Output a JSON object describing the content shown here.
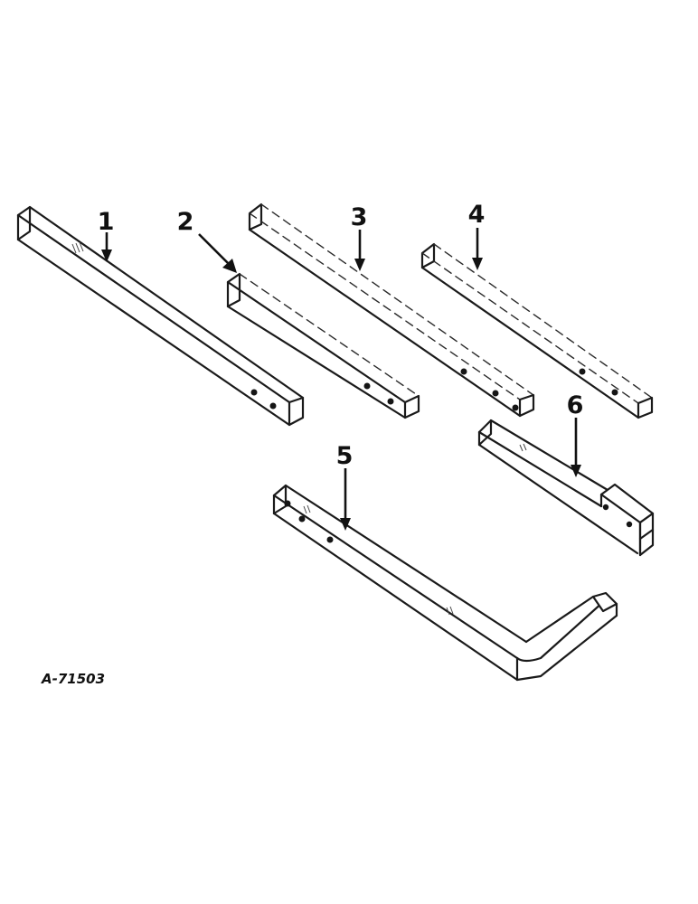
{
  "diagram": {
    "figure_id": "A-71503",
    "callouts": [
      {
        "id": "1",
        "label": "1"
      },
      {
        "id": "2",
        "label": "2"
      },
      {
        "id": "3",
        "label": "3"
      },
      {
        "id": "4",
        "label": "4"
      },
      {
        "id": "5",
        "label": "5"
      },
      {
        "id": "6",
        "label": "6"
      }
    ]
  }
}
